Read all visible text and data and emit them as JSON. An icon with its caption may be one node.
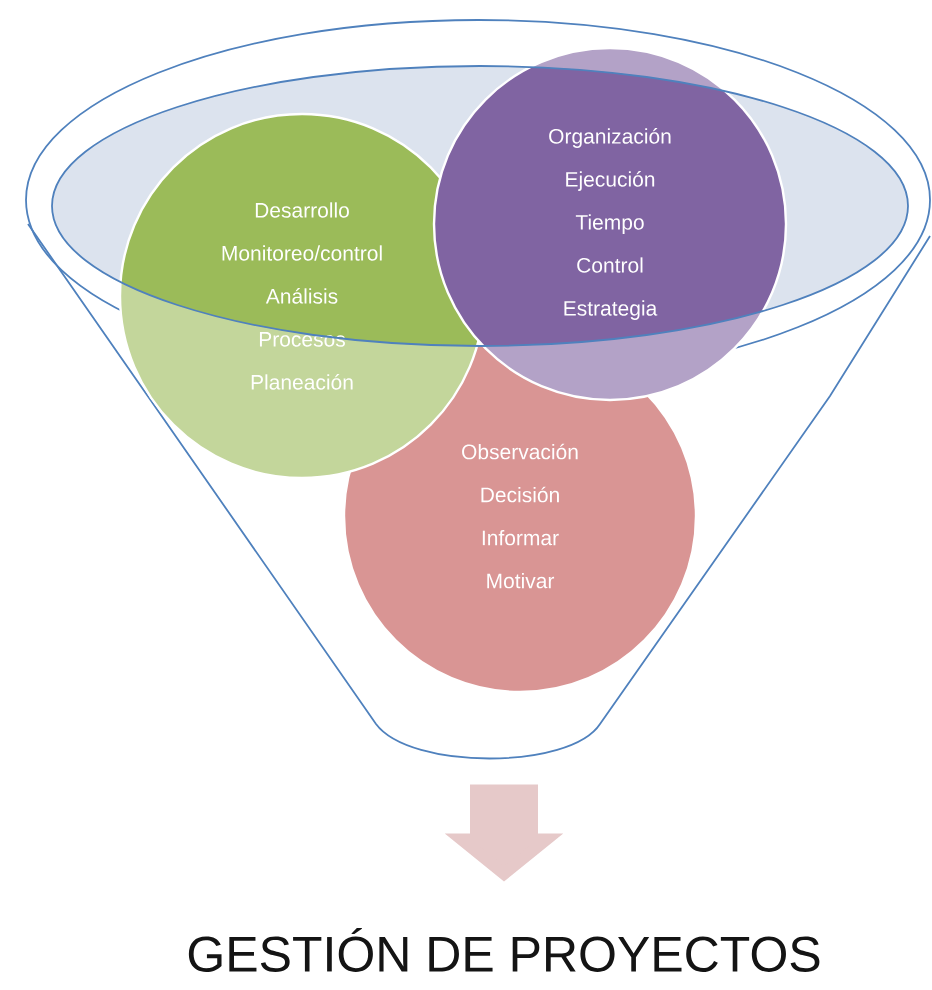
{
  "diagram": {
    "nodes": [
      {
        "text": [],
        "shape": "funnel"
      },
      {
        "text": [
          "Desarrollo",
          "Monitoreo/control",
          "Análisis",
          "Procesos",
          "Planeación"
        ],
        "in": 0
      },
      {
        "text": [
          "Organización",
          "Ejecución",
          "Tiempo",
          "Control",
          "Estrategia"
        ],
        "in": 0
      },
      {
        "text": [
          "Observación",
          "Decisión",
          "Informar",
          "Motivar"
        ],
        "in": 0
      },
      {
        "text": [
          "GESTIÓN DE PROYECTOS"
        ]
      }
    ],
    "edges": [
      {
        "from": 0,
        "to": 4,
        "arrow": "to"
      }
    ]
  }
}
